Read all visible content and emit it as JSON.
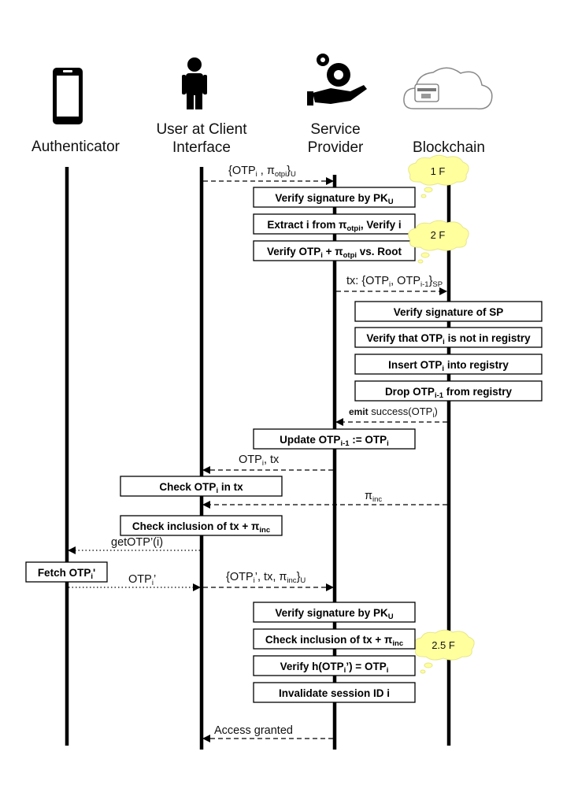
{
  "participants": {
    "authenticator": {
      "label": "Authenticator",
      "icon": "smartphone-icon"
    },
    "user": {
      "label_line1": "User at Client",
      "label_line2": "Interface",
      "icon": "person-icon"
    },
    "sp": {
      "label_line1": "Service",
      "label_line2": "Provider",
      "icon": "gear-hand-icon"
    },
    "blockchain": {
      "label": "Blockchain",
      "icon": "cloud-wallet-icon"
    }
  },
  "messages": {
    "m1": {
      "main": "{OTP",
      "sub1": "i",
      "mid": " , π",
      "sub2": "otpi",
      "end": "}",
      "sub3": "U"
    },
    "m2": {
      "main": "tx: {OTP",
      "sub1": "i",
      "mid": ", OTP",
      "sub2": "i-1",
      "end": "}",
      "sub3": "SP"
    },
    "m3": {
      "bold": "emit",
      "main": " success(OTP",
      "sub1": "i",
      "end": ")"
    },
    "m4": {
      "main": "OTP",
      "sub1": "i",
      "end": ", tx"
    },
    "m5": {
      "main": "π",
      "sub1": "inc"
    },
    "m6": {
      "main": "getOTP’(i)"
    },
    "m7": {
      "main": "OTP",
      "sub1": "i",
      "end": "’"
    },
    "m8": {
      "main": "{OTP",
      "sub1": "i",
      "mid": "’, tx, π",
      "sub2": "inc",
      "end": "}",
      "sub3": "U"
    },
    "m9": {
      "main": "Access granted"
    }
  },
  "boxes": {
    "b1": {
      "a": "Verify signature by PK",
      "s": "U"
    },
    "b2": {
      "a": "Extract i from π",
      "s": "otpi",
      "b": ", Verify i"
    },
    "b3": {
      "a": "Verify OTP",
      "s": "i",
      "b": " + π",
      "s2": "otpi",
      "c": " vs. Root"
    },
    "b4": {
      "a": "Verify signature of SP"
    },
    "b5": {
      "a": "Verify that OTP",
      "s": "i",
      "b": " is not in registry"
    },
    "b6": {
      "a": "Insert OTP",
      "s": "i",
      "b": " into registry"
    },
    "b7": {
      "a": "Drop OTP",
      "s": "i-1",
      "b": " from registry"
    },
    "b8": {
      "a": "Update OTP",
      "s": "i-1",
      "b": " := OTP",
      "s2": "i"
    },
    "b9": {
      "a": "Check OTP",
      "s": "i",
      "b": " in tx"
    },
    "b10": {
      "a": "Check inclusion of tx + π",
      "s": "inc"
    },
    "b11": {
      "a": "Fetch OTP",
      "s": "i",
      "b": "'"
    },
    "b12": {
      "a": "Verify signature by PK",
      "s": "U"
    },
    "b13": {
      "a": "Check inclusion of tx + π",
      "s": "inc"
    },
    "b14": {
      "a": "Verify h(OTP",
      "s": "i",
      "b": "’) = OTP",
      "s2": "i"
    },
    "b15": {
      "a": "Invalidate session ID i"
    }
  },
  "annotations": {
    "c1": "1 F",
    "c2": "2 F",
    "c3": "2.5 F"
  }
}
